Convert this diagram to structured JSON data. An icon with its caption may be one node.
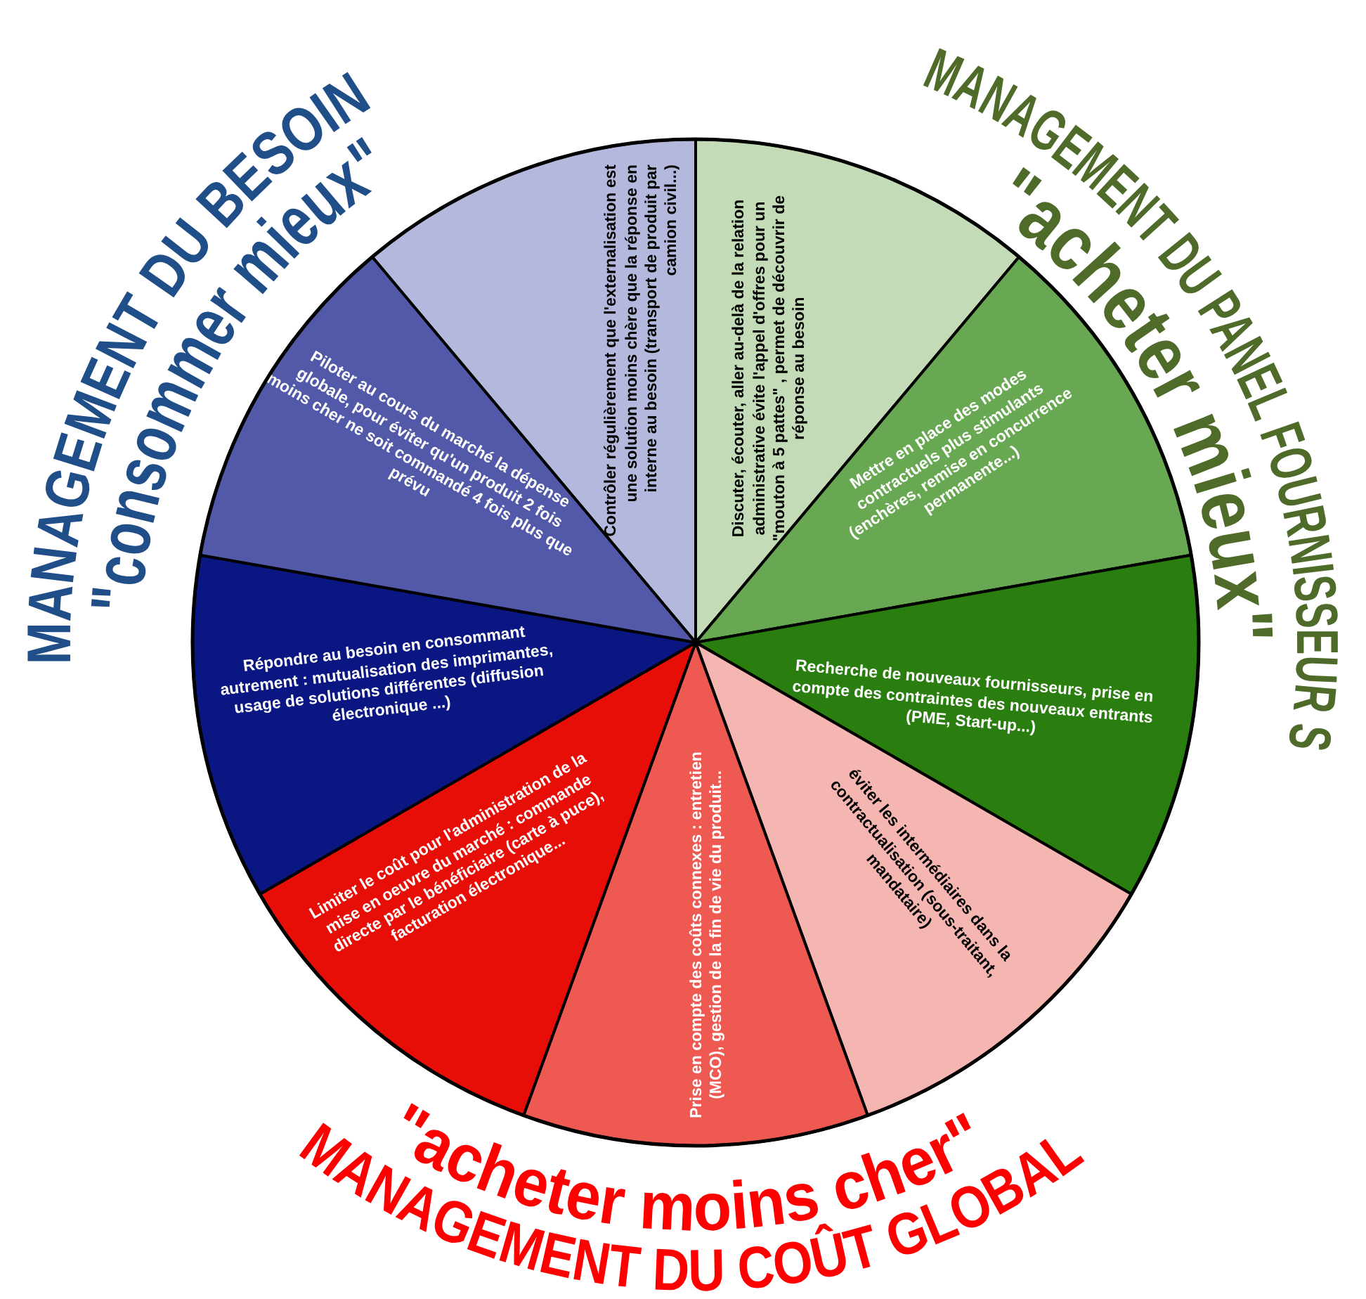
{
  "diagram": {
    "nodes": [
      {
        "text": [
          "Contrôler régulièrement que l'externalisation est une solution moins chère que la réponse en interne au besoin (transport de produit par camion civil...)"
        ]
      },
      {
        "text": [
          "Discuter, écouter, aller au-delà de la relation administrative évite l'appel d'offres pour un \"mouton à 5 pattes\" , permet de découvrir de réponse au besoin"
        ]
      },
      {
        "text": [
          "Mettre en place des modes contractuels plus stimulants (enchères, remise en concurrence permanente...)"
        ]
      },
      {
        "text": [
          "Recherche de nouveaux fournisseurs, prise en compte des contraintes des nouveaux entrants (PME, Start-up...)"
        ]
      },
      {
        "text": [
          "éviter les intermédiaires dans la contractualisation (sous-traitant, mandataire)"
        ]
      },
      {
        "text": [
          "Prise en compte des coûts connexes : entretien (MCO), gestion de la fin de vie du produit..."
        ]
      },
      {
        "text": [
          "Limiter le coût pour l'administration de la mise en oeuvre du marché : commande directe par le bénéficiaire (carte à puce), facturation électronique..."
        ]
      },
      {
        "text": [
          "Répondre au besoin en consommant autrement : mutualisation des imprimantes, usage de solutions différentes (diffusion électronique ...)"
        ]
      },
      {
        "text": [
          "Piloter au cours du marché la dépense globale, pour éviter qu'un produit 2 fois moins cher ne soit commandé 4 fois plus que prévu"
        ]
      }
    ],
    "labels": [
      "MANAGEMENT DU BESOIN",
      "\"consommer mieux\"",
      "MANAGEMENT DU PANEL FOURNISSEUR S",
      "\"acheter mieux\"",
      "\"acheter moins cher\"",
      "MANAGEMENT DU COÛT GLOBAL"
    ]
  }
}
